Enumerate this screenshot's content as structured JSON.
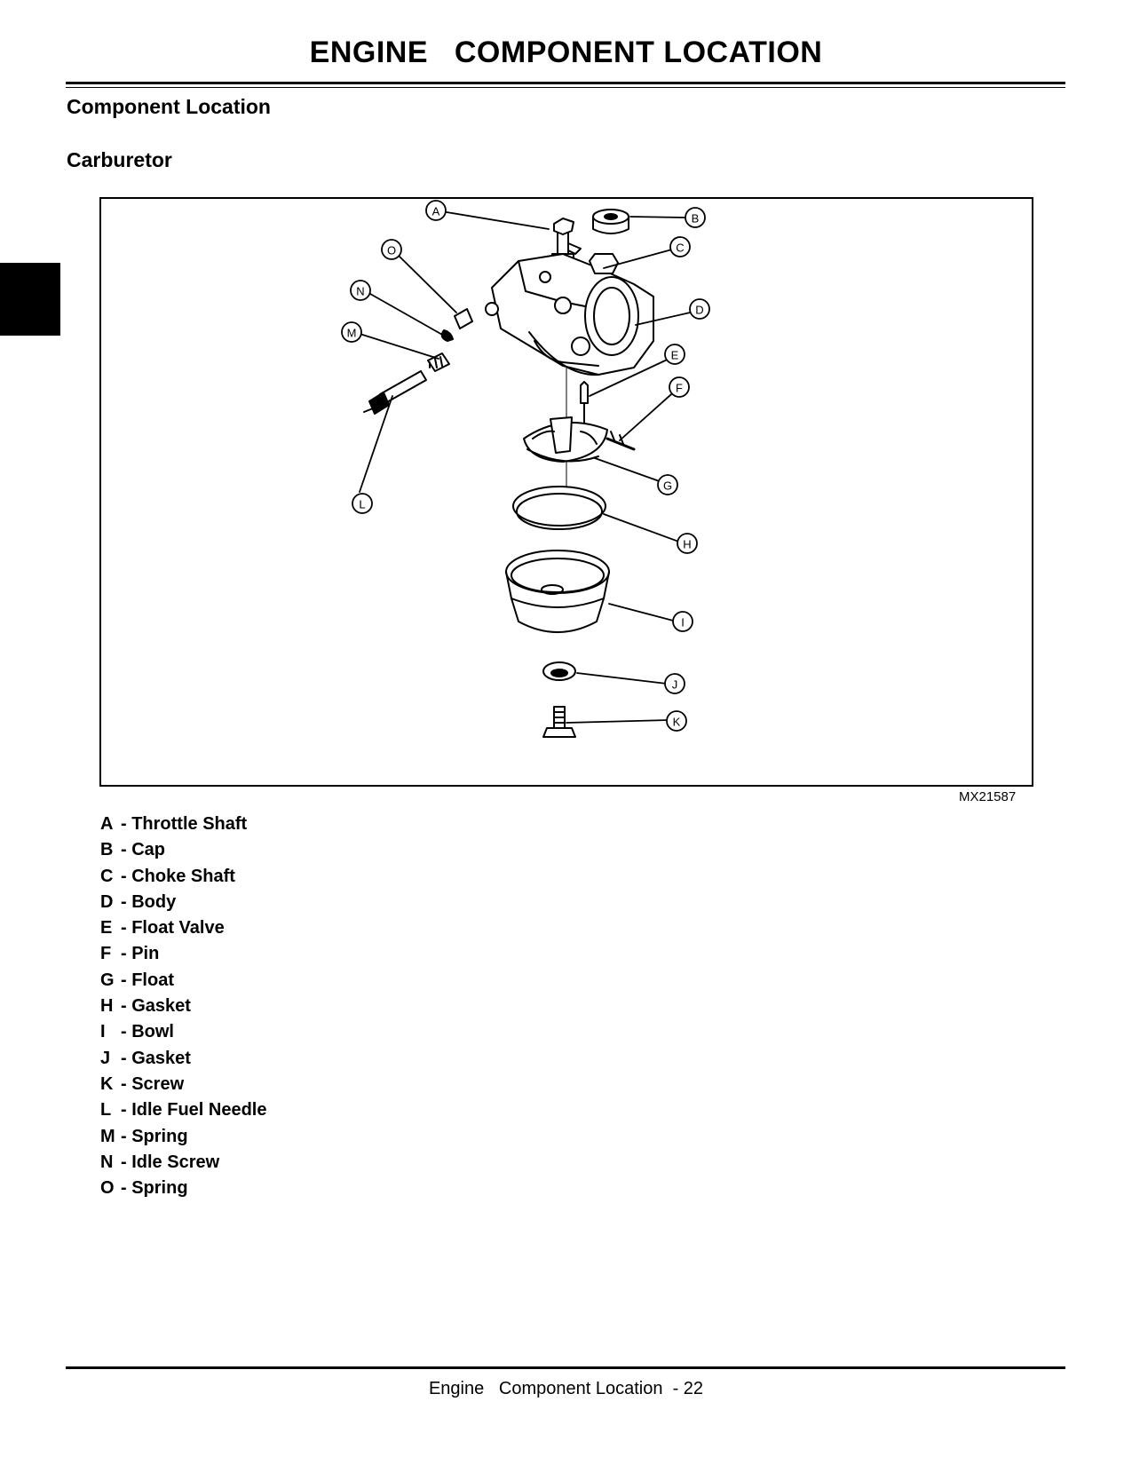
{
  "header": {
    "title": "ENGINE   COMPONENT LOCATION"
  },
  "section": {
    "heading": "Component Location",
    "subheading": "Carburetor"
  },
  "figure": {
    "id": "MX21587",
    "callouts": [
      "A",
      "B",
      "C",
      "D",
      "E",
      "F",
      "G",
      "H",
      "I",
      "J",
      "K",
      "L",
      "M",
      "N",
      "O"
    ]
  },
  "legend": [
    {
      "letter": "A",
      "text": "- Throttle Shaft"
    },
    {
      "letter": "B",
      "text": "- Cap"
    },
    {
      "letter": "C",
      "text": "- Choke Shaft"
    },
    {
      "letter": "D",
      "text": "- Body"
    },
    {
      "letter": "E",
      "text": "- Float Valve"
    },
    {
      "letter": "F",
      "text": "- Pin"
    },
    {
      "letter": "G",
      "text": "- Float"
    },
    {
      "letter": "H",
      "text": "- Gasket"
    },
    {
      "letter": "I",
      "text": "- Bowl"
    },
    {
      "letter": "J",
      "text": "- Gasket"
    },
    {
      "letter": "K",
      "text": "- Screw"
    },
    {
      "letter": "L",
      "text": "- Idle Fuel Needle"
    },
    {
      "letter": "M",
      "text": "- Spring"
    },
    {
      "letter": "N",
      "text": "- Idle Screw"
    },
    {
      "letter": "O",
      "text": "- Spring"
    }
  ],
  "footer": {
    "text": "Engine   Component Location  - 22"
  }
}
